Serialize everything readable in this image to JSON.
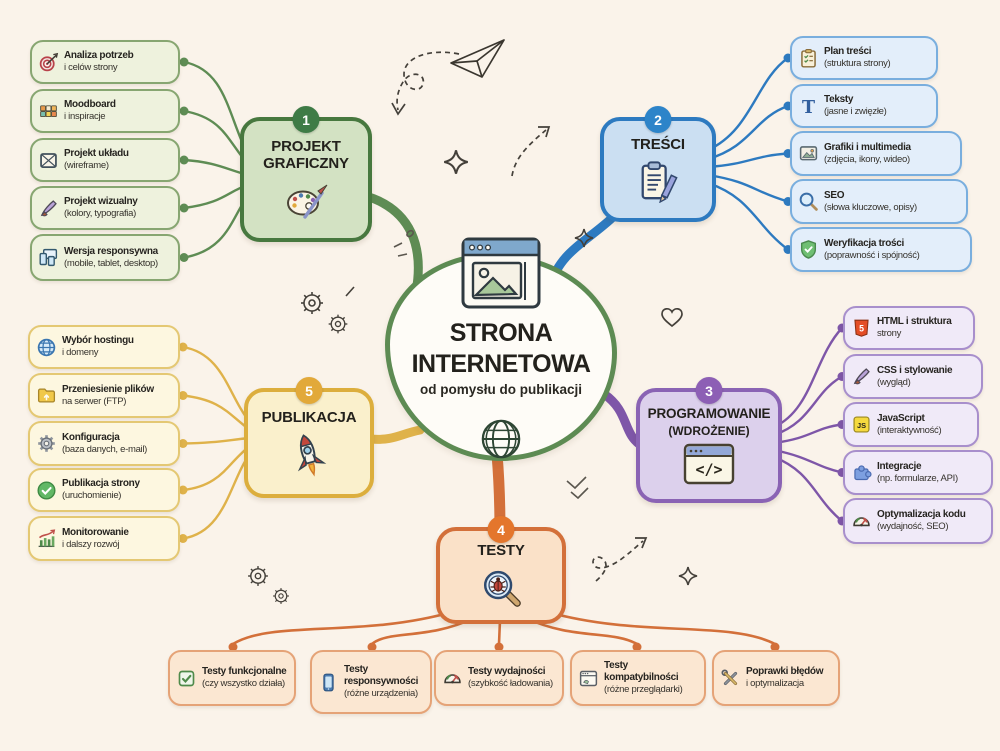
{
  "page": {
    "background": "#faf3ea",
    "decorations": [
      "paper-plane-doodle",
      "dashed-arrow-doodle",
      "sparkle-doodle",
      "gears-doodle",
      "heart-doodle",
      "check-marks-doodle"
    ]
  },
  "center": {
    "title": "STRONA INTERNETOWA",
    "subtitle": "od pomysłu do publikacji",
    "top_icon": "browser-image-icon",
    "bottom_icon": "globe-icon",
    "border_color": "#5d8b53"
  },
  "icon_glyphs": {
    "letter_t": "T",
    "html5": "5",
    "js": "JS",
    "code": "</>"
  },
  "branches": [
    {
      "number": "1",
      "title": "PROJEKT GRAFICZNY",
      "subtitle": "",
      "icon": "palette-icon",
      "colors": {
        "line": "#5e8c54",
        "fill": "#d3e2c3",
        "border": "#47783f",
        "badge": "#3e7b46",
        "item_fill": "#eef2dd",
        "item_border": "#87a671"
      },
      "items": [
        {
          "title": "Analiza potrzeb",
          "subtitle": "i celów strony",
          "icon": "target-icon"
        },
        {
          "title": "Moodboard",
          "subtitle": "i inspiracje",
          "icon": "moodboard-icon"
        },
        {
          "title": "Projekt układu",
          "subtitle": "(wireframe)",
          "icon": "wireframe-icon"
        },
        {
          "title": "Projekt wizualny",
          "subtitle": "(kolory, typografia)",
          "icon": "paintbrush-icon"
        },
        {
          "title": "Wersja responsywna",
          "subtitle": "(mobile, tablet, desktop)",
          "icon": "devices-icon"
        }
      ]
    },
    {
      "number": "2",
      "title": "TREŚCI",
      "subtitle": "",
      "icon": "notepad-pencil-icon",
      "colors": {
        "line": "#2d7ac0",
        "fill": "#cbdff2",
        "border": "#2d7ac0",
        "badge": "#2d84c9",
        "item_fill": "#e3eefa",
        "item_border": "#79aede"
      },
      "items": [
        {
          "title": "Plan treści",
          "subtitle": "(struktura strony)",
          "icon": "clipboard-checklist-icon"
        },
        {
          "title": "Teksty",
          "subtitle": "(jasne i zwięzłe)",
          "icon": "letter-t-icon"
        },
        {
          "title": "Grafiki i multimedia",
          "subtitle": "(zdjęcia, ikony, wideo)",
          "icon": "image-icon"
        },
        {
          "title": "SEO",
          "subtitle": "(słowa kluczowe, opisy)",
          "icon": "magnifier-icon"
        },
        {
          "title": "Weryfikacja trości",
          "subtitle": "(poprawność i spójność)",
          "icon": "shield-check-icon"
        }
      ]
    },
    {
      "number": "3",
      "title": "PROGRAMOWANIE",
      "subtitle": "(WDROŻENIE)",
      "icon": "code-window-icon",
      "colors": {
        "line": "#7e56a8",
        "fill": "#dcd0ec",
        "border": "#8a63b4",
        "badge": "#8d5fb5",
        "item_fill": "#f0eaf8",
        "item_border": "#a88fcc"
      },
      "items": [
        {
          "title": "HTML i struktura",
          "subtitle": "strony",
          "icon": "html5-icon"
        },
        {
          "title": "CSS i stylowanie",
          "subtitle": "(wygląd)",
          "icon": "paintbrush-icon"
        },
        {
          "title": "JavaScript",
          "subtitle": "(interaktywność)",
          "icon": "js-icon"
        },
        {
          "title": "Integracje",
          "subtitle": "(np. formularze, API)",
          "icon": "puzzle-icon"
        },
        {
          "title": "Optymalizacja kodu",
          "subtitle": "(wydajność, SEO)",
          "icon": "gauge-icon"
        }
      ]
    },
    {
      "number": "4",
      "title": "TESTY",
      "subtitle": "",
      "icon": "bug-magnifier-icon",
      "colors": {
        "line": "#d3703a",
        "fill": "#fae1c8",
        "border": "#d3703a",
        "badge": "#e4762c",
        "item_fill": "#fbe7d2",
        "item_border": "#e5a377"
      },
      "items": [
        {
          "title": "Testy funkcjonalne",
          "subtitle": "(czy wszystko działa)",
          "icon": "checkbox-icon"
        },
        {
          "title": "Testy responsywności",
          "subtitle": "(różne urządzenia)",
          "icon": "smartphone-icon"
        },
        {
          "title": "Testy wydajności",
          "subtitle": "(szybkość ładowania)",
          "icon": "gauge-icon"
        },
        {
          "title": "Testy kompatybilności",
          "subtitle": "(różne przeglądarki)",
          "icon": "browser-window-icon"
        },
        {
          "title": "Poprawki błędów",
          "subtitle": "i optymalizacja",
          "icon": "tools-icon"
        }
      ]
    },
    {
      "number": "5",
      "title": "PUBLIKACJA",
      "subtitle": "",
      "icon": "rocket-icon",
      "colors": {
        "line": "#dfb24a",
        "fill": "#faf0cc",
        "border": "#dcae3d",
        "badge": "#e2a93a",
        "item_fill": "#fdf7e0",
        "item_border": "#e4c873"
      },
      "items": [
        {
          "title": "Wybór hostingu",
          "subtitle": "i domeny",
          "icon": "globe-icon"
        },
        {
          "title": "Przeniesienie plików",
          "subtitle": "na serwer (FTP)",
          "icon": "folder-upload-icon"
        },
        {
          "title": "Konfiguracja",
          "subtitle": "(baza danych, e-mail)",
          "icon": "gear-icon"
        },
        {
          "title": "Publikacja strony",
          "subtitle": "(uruchomienie)",
          "icon": "check-circle-icon"
        },
        {
          "title": "Monitorowanie",
          "subtitle": "i dalszy rozwój",
          "icon": "chart-growth-icon"
        }
      ]
    }
  ]
}
